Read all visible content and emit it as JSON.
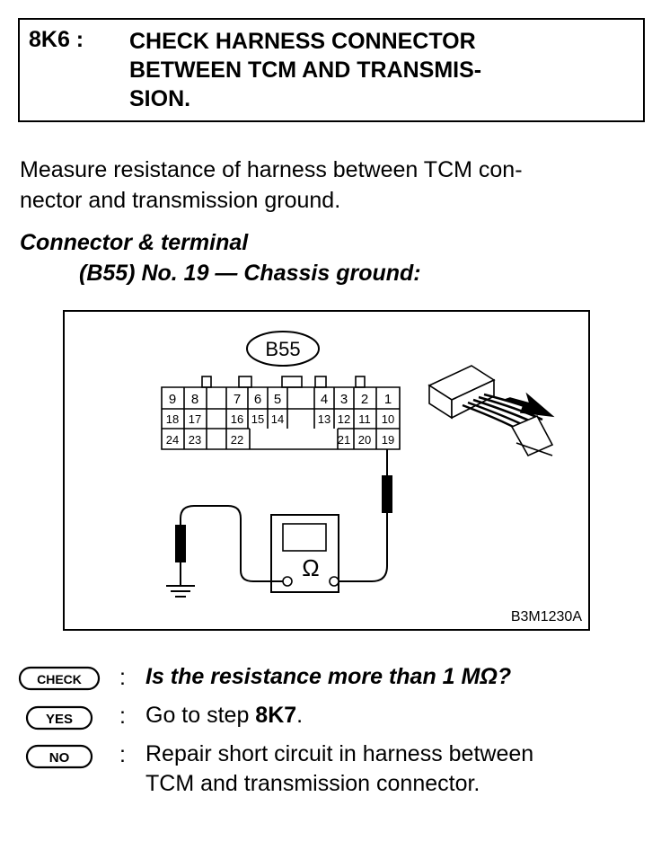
{
  "step": {
    "code": "8K6 :",
    "title_lines": [
      "CHECK HARNESS CONNECTOR",
      "BETWEEN TCM AND TRANSMIS-",
      "SION."
    ]
  },
  "instruction_lines": [
    "Measure resistance of harness between TCM con-",
    "nector and transmission ground."
  ],
  "connector": {
    "heading": "Connector & terminal",
    "detail": "(B55) No. 19 — Chassis ground:"
  },
  "figure": {
    "connector_tag": "B55",
    "terminals": {
      "row1": [
        "9",
        "8",
        "7",
        "6",
        "5",
        "4",
        "3",
        "2",
        "1"
      ],
      "row2": [
        "18",
        "17",
        "16",
        "15",
        "14",
        "13",
        "12",
        "11",
        "10"
      ],
      "row3": [
        "24",
        "23",
        "22",
        "21",
        "20",
        "19"
      ]
    },
    "meter_symbol": "Ω",
    "figure_code": "B3M1230A"
  },
  "badges": {
    "check": "CHECK",
    "yes": "YES",
    "no": "NO"
  },
  "answers": {
    "colon": ":",
    "check_question": "Is the resistance more than 1 MΩ?",
    "yes_prefix": "Go to step ",
    "yes_step": "8K7",
    "yes_suffix": ".",
    "no_lines": [
      "Repair short circuit in harness between",
      "TCM and transmission connector."
    ]
  }
}
